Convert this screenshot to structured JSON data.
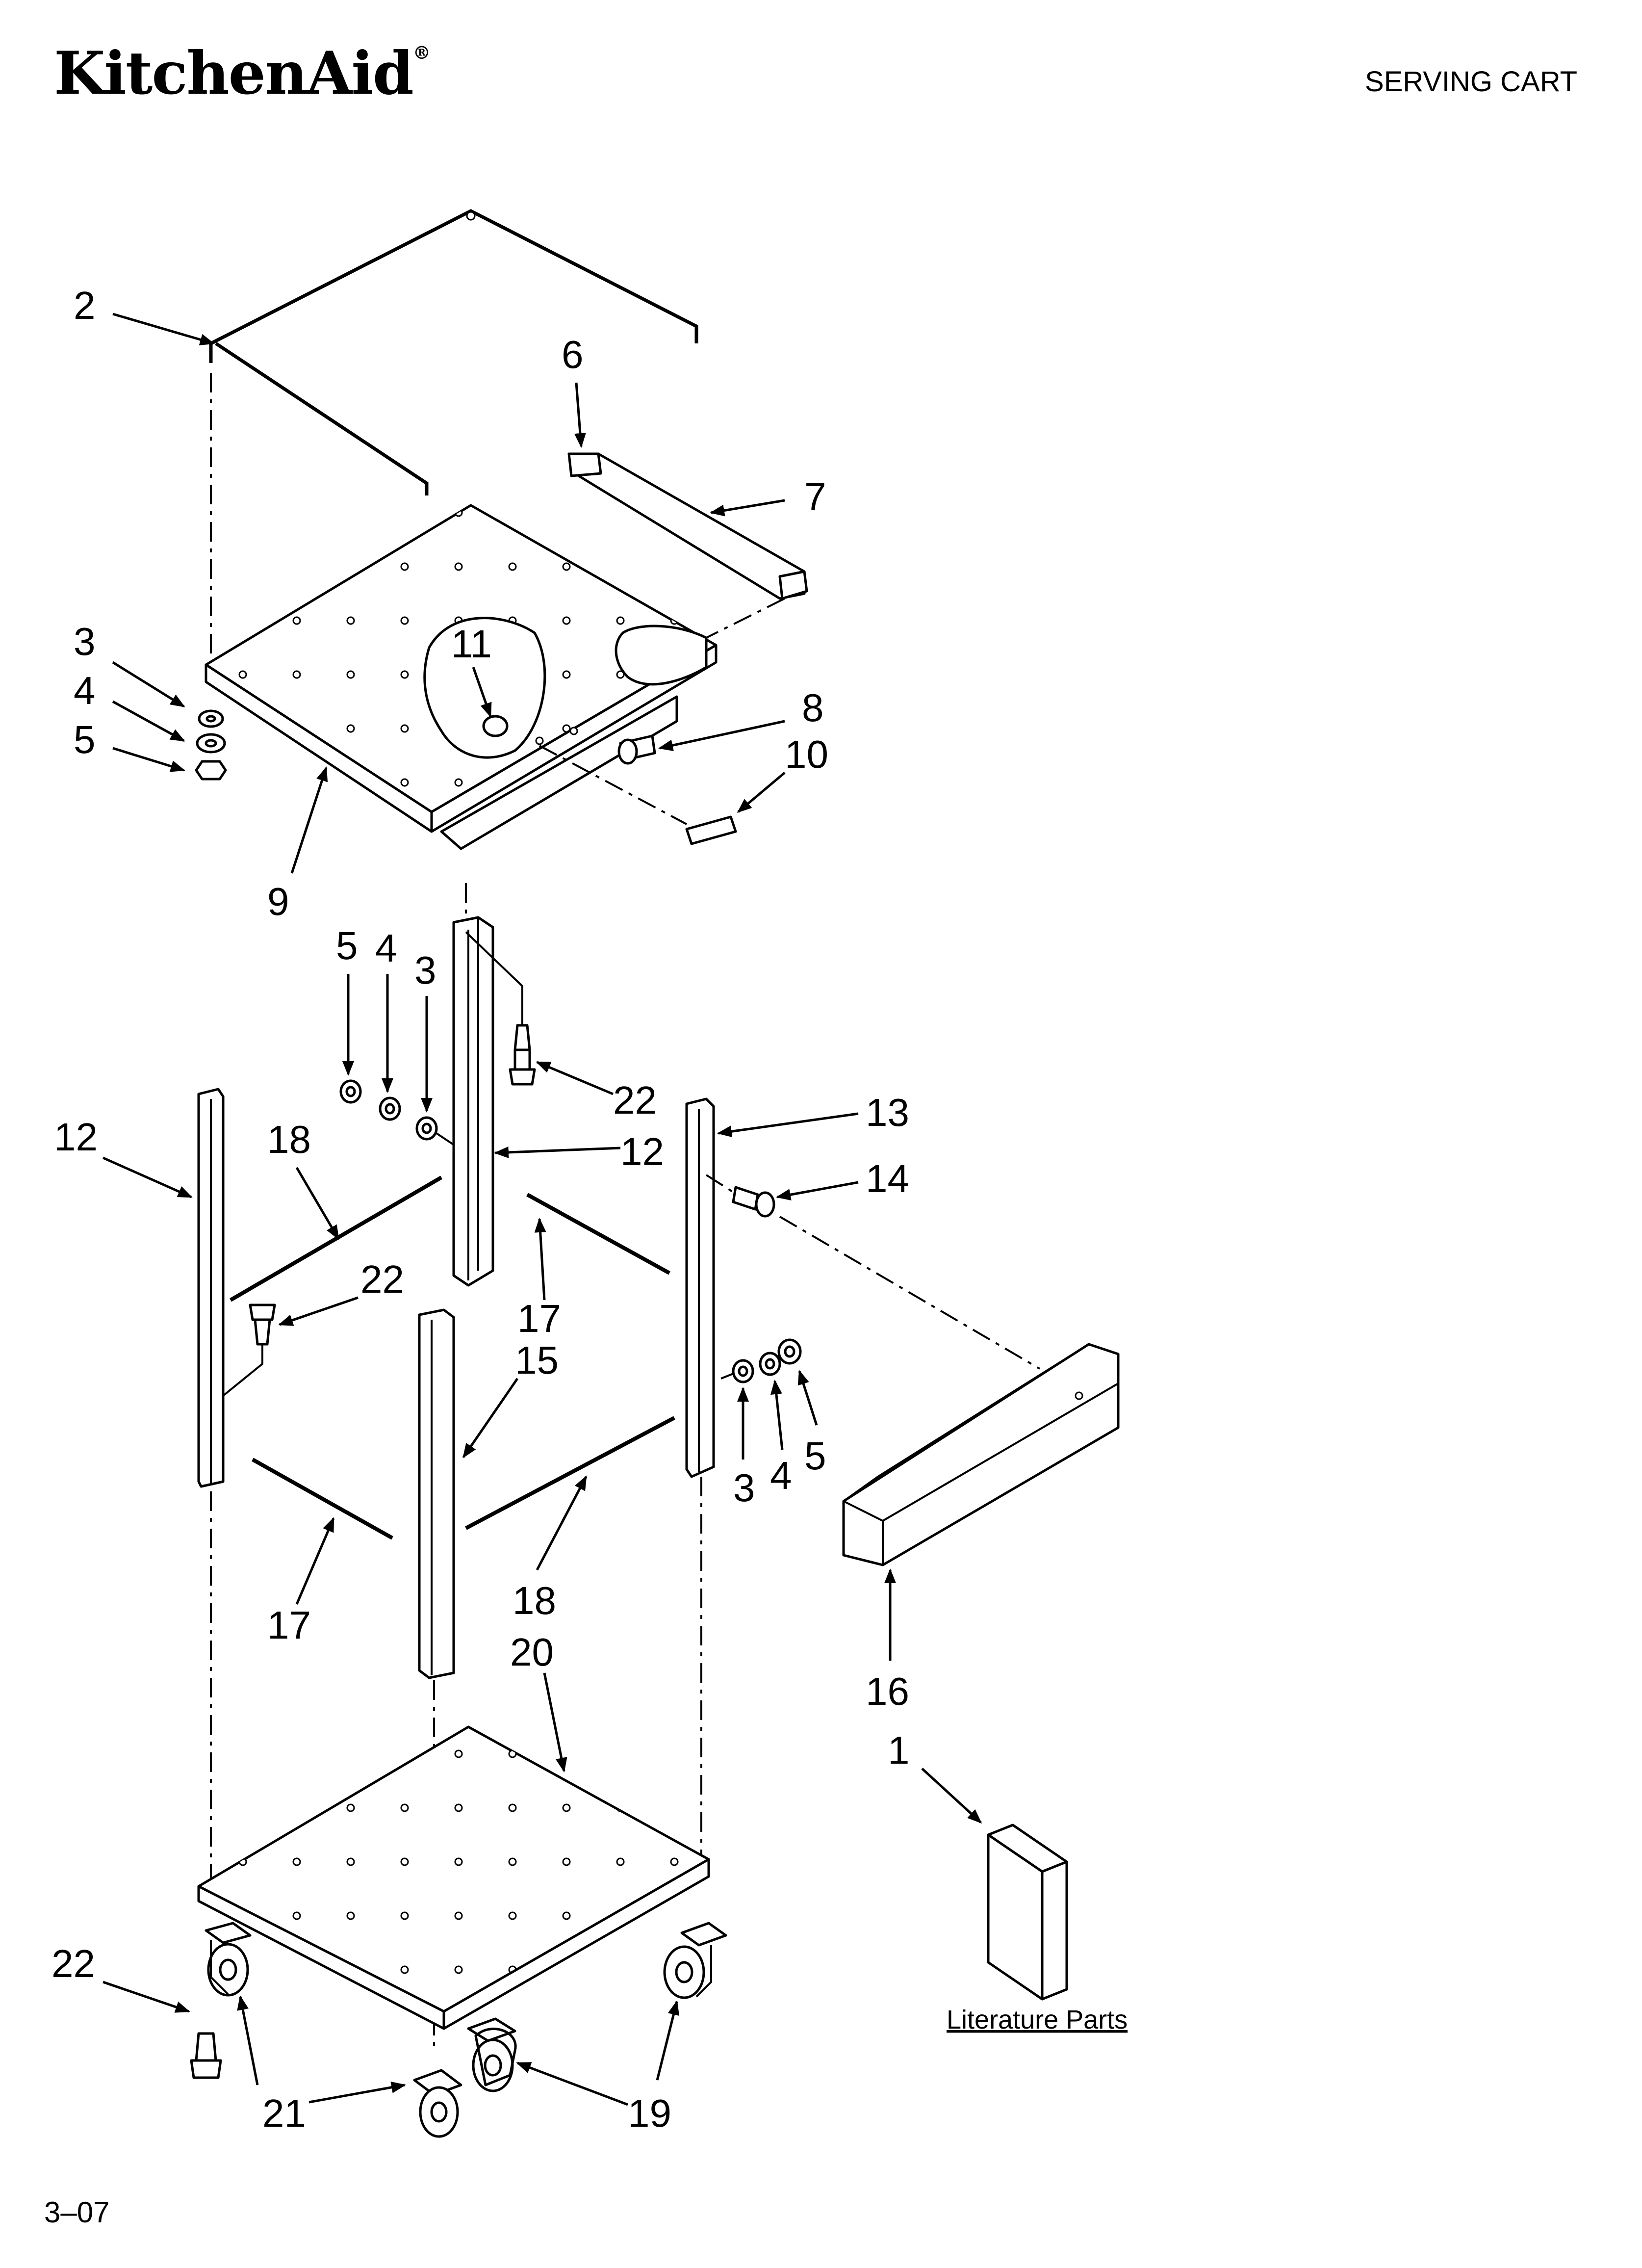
{
  "header": {
    "brand": "KitchenAid",
    "brand_mark": "®",
    "title": "SERVING CART"
  },
  "footer": {
    "code": "3–07"
  },
  "literature_label": "Literature Parts",
  "callouts": {
    "c1": "1",
    "c2": "2",
    "c3a": "3",
    "c4a": "4",
    "c5a": "5",
    "c6": "6",
    "c7": "7",
    "c8": "8",
    "c9": "9",
    "c10": "10",
    "c11": "11",
    "c5b": "5",
    "c4b": "4",
    "c3b": "3",
    "c22a": "22",
    "c12a": "12",
    "c12b": "12",
    "c18a": "18",
    "c13": "13",
    "c14": "14",
    "c22b": "22",
    "c17a": "17",
    "c15": "15",
    "c3c": "3",
    "c4c": "4",
    "c5c": "5",
    "c17b": "17",
    "c18b": "18",
    "c20": "20",
    "c16": "16",
    "c22c": "22",
    "c21": "21",
    "c19": "19"
  }
}
